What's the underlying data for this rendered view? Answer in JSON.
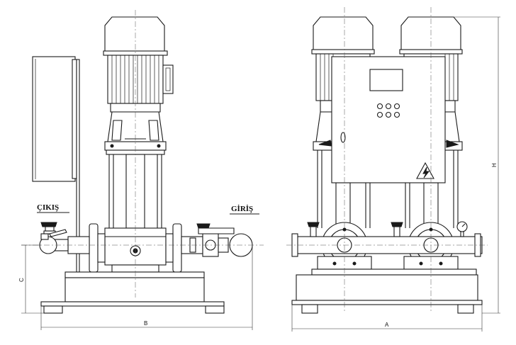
{
  "labels": {
    "outlet": "ÇIKIŞ",
    "inlet": "GİRİŞ"
  },
  "dimensions": {
    "width_side": "B",
    "width_front": "A",
    "height_total": "H",
    "height_base": "C"
  },
  "colors": {
    "line": "#1a1a1a",
    "background": "#ffffff"
  }
}
